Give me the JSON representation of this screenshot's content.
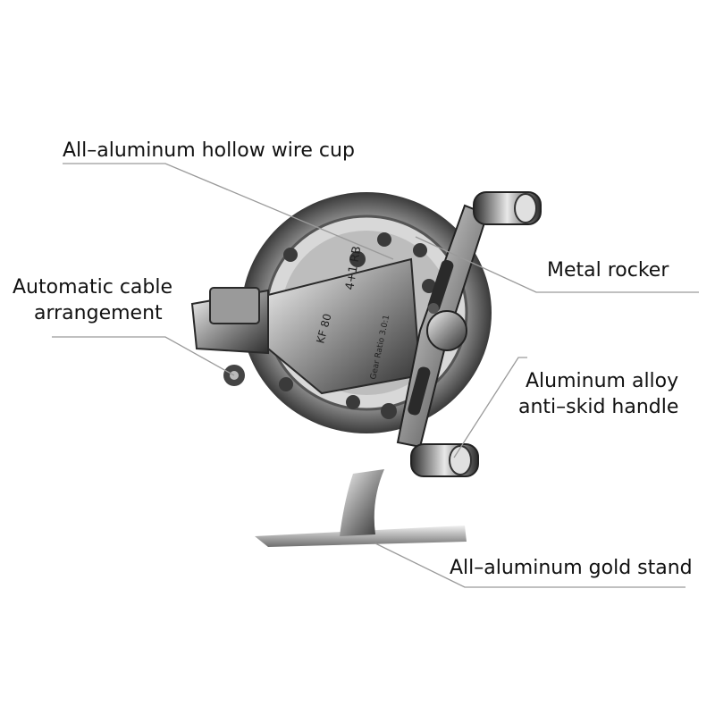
{
  "product": {
    "model_mark": "KF 80",
    "spec_mark": "4+1 RB",
    "gear_mark": "Gear Ratio 3.0:1"
  },
  "labels": {
    "wire_cup": "All–aluminum hollow wire cup",
    "cable_line1": "Automatic cable",
    "cable_line2": "arrangement",
    "rocker": "Metal rocker",
    "handle_line1": "Aluminum alloy",
    "handle_line2": "anti–skid handle",
    "stand": "All–aluminum gold stand"
  }
}
